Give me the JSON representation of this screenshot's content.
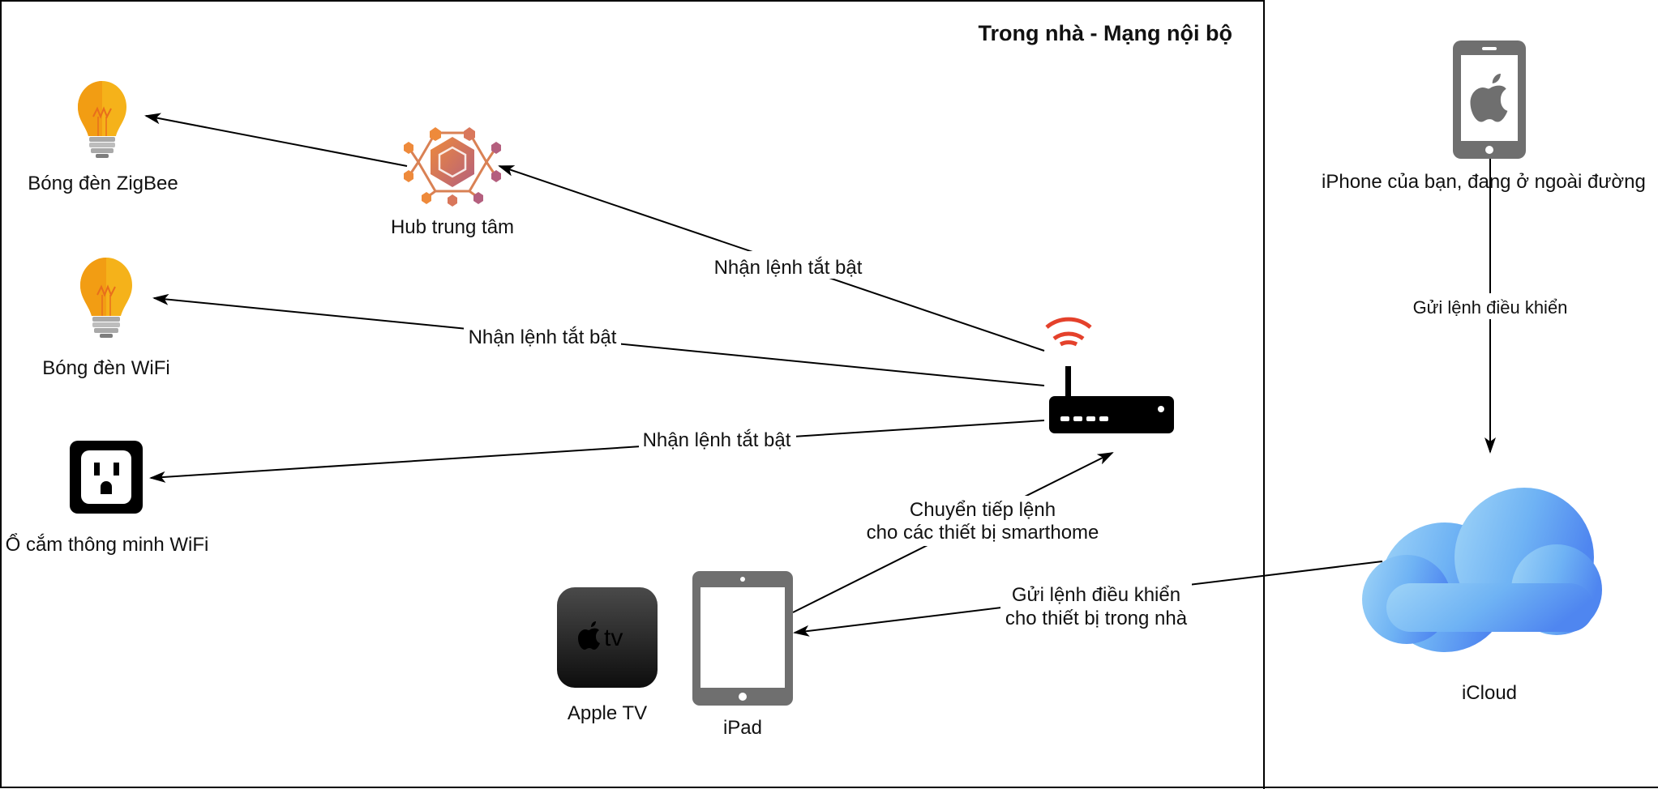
{
  "region": {
    "title": "Trong nhà - Mạng nội bộ"
  },
  "colors": {
    "bulb_gold": "#F5B21A",
    "bulb_orange": "#F29D13",
    "hub_orange": "#E8843C",
    "hub_purple": "#A9577E",
    "wifi_red": "#E4412B",
    "cloud_blue": "#5EA8F2",
    "device_gray": "#6F6F6F"
  },
  "nodes": {
    "zigbee_bulb": {
      "label": "Bóng đèn ZigBee",
      "icon": "lightbulb-icon"
    },
    "wifi_bulb": {
      "label": "Bóng đèn WiFi",
      "icon": "lightbulb-icon"
    },
    "smart_plug": {
      "label": "Ổ cắm thông minh WiFi",
      "icon": "power-outlet-icon"
    },
    "hub": {
      "label": "Hub trung tâm",
      "icon": "hub-hexagon-icon"
    },
    "router": {
      "label": "",
      "icon": "wifi-router-icon"
    },
    "apple_tv": {
      "label": "Apple TV",
      "icon": "apple-tv-icon",
      "badge": "tv"
    },
    "ipad": {
      "label": "iPad",
      "icon": "ipad-icon"
    },
    "iphone": {
      "label": "iPhone của bạn, đang ở ngoài đường",
      "icon": "iphone-icon"
    },
    "icloud": {
      "label": "iCloud",
      "icon": "cloud-icon"
    }
  },
  "edges": {
    "router_to_hub": {
      "label": "Nhận lệnh tắt bật"
    },
    "router_to_wifi_bulb": {
      "label": "Nhận lệnh tắt bật"
    },
    "router_to_plug": {
      "label": "Nhận lệnh tắt bật"
    },
    "ipad_to_router": {
      "line1": "Chuyển tiếp lệnh",
      "line2": "cho các thiết bị smarthome"
    },
    "icloud_to_ipad": {
      "line1": "Gửi lệnh điều khiển",
      "line2": "cho thiết bị trong nhà"
    },
    "iphone_to_icloud": {
      "label": "Gửi lệnh điều khiển"
    }
  }
}
